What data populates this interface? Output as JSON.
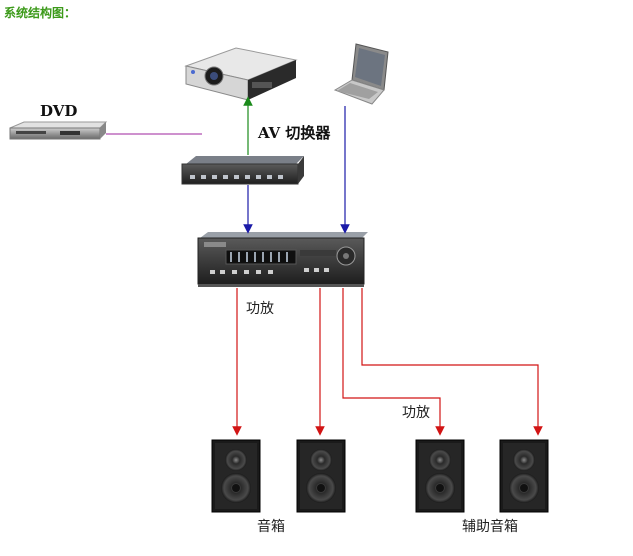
{
  "title": "系统结构图：",
  "labels": {
    "dvd": "DVD",
    "av_switcher": "AV 切换器",
    "amplifier_main": "功放",
    "amplifier_aux": "功放",
    "speakers": "音箱",
    "aux_speakers": "辅助音箱"
  },
  "devices": {
    "projector": "projector-icon",
    "laptop": "laptop-icon",
    "dvd_player": "dvd-player-icon",
    "av_switcher": "av-switcher-icon",
    "amplifier": "amplifier-icon",
    "speaker": "speaker-icon"
  },
  "colors": {
    "title": "#3c9a1a",
    "video_link": "#1a8a1a",
    "control_link": "#1a1aa8",
    "audio_link": "#d21414",
    "dvd_link": "#b04fb0"
  }
}
